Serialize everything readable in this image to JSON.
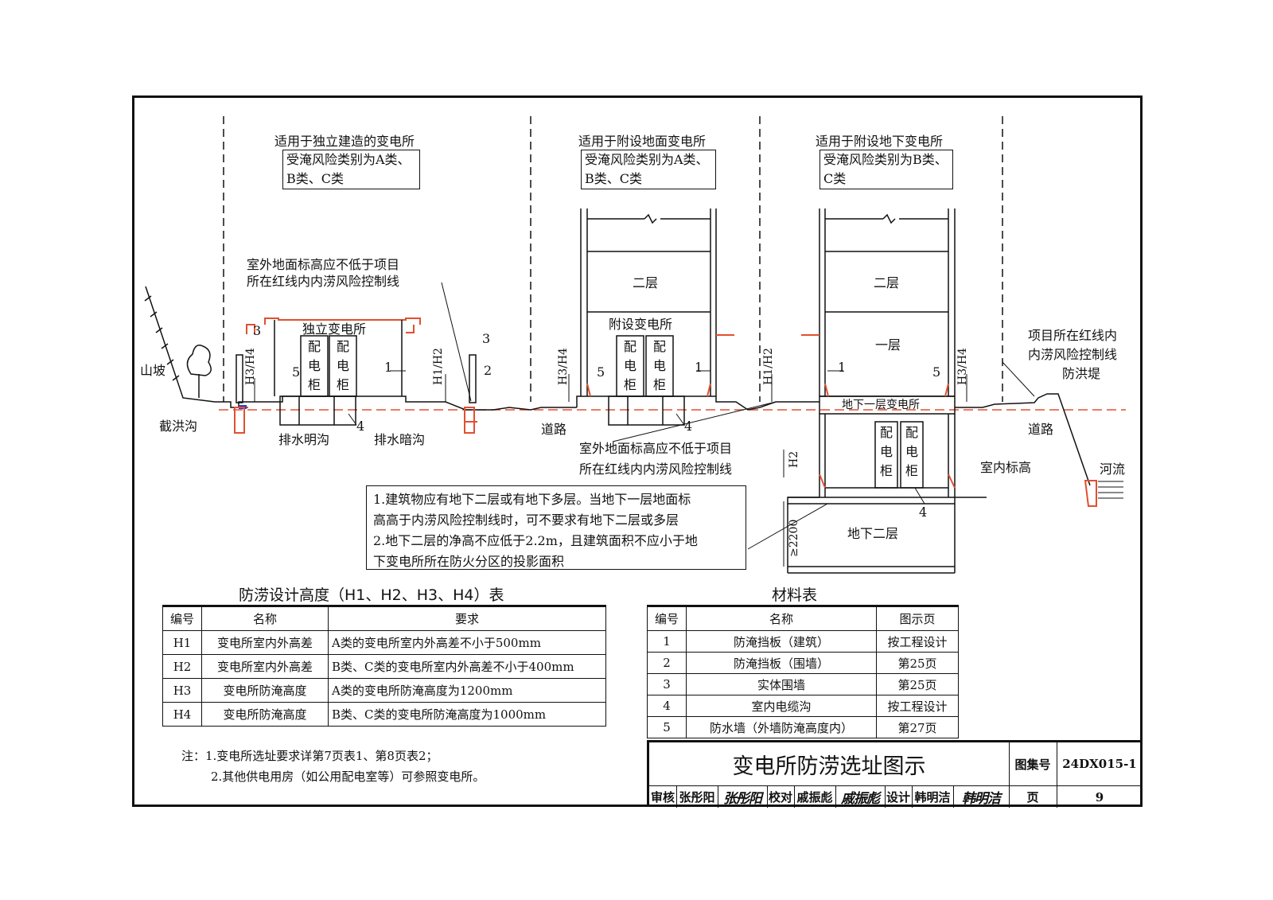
{
  "sections": {
    "independent": {
      "line1": "适用于独立建造的变电所",
      "line2": "受淹风险类别为A类、",
      "line3": "B类、C类",
      "building": "独立变电所"
    },
    "ground": {
      "line1": "适用于附设地面变电所",
      "line2": "受淹风险类别为A类、",
      "line3": "B类、C类",
      "floor2": "二层",
      "building": "附设变电所"
    },
    "underground": {
      "line1": "适用于附设地下变电所",
      "line2": "受淹风险类别为B类、",
      "line3": "C类",
      "floor2": "二层",
      "floor1": "一层",
      "b1": "地下一层变电所",
      "b2": "地下二层"
    }
  },
  "cabinet": [
    "配",
    "电",
    "柜"
  ],
  "labels": {
    "hillside": "山坡",
    "flood_ditch": "截洪沟",
    "open_drain": "排水明沟",
    "hidden_drain": "排水暗沟",
    "road": "道路",
    "indoor_elev": "室内标高",
    "river": "河流",
    "redline_top_1": "室外地面标高应不低于项目",
    "redline_top_2": "所在红线内内涝风险控制线",
    "redline_mid_1": "室外地面标高应不低于项目",
    "redline_mid_2": "所在红线内内涝风险控制线",
    "levee_1": "项目所在红线内",
    "levee_2": "内涝风险控制线",
    "levee_3": "防洪堤",
    "h34": "H3/H4",
    "h12": "H1/H2",
    "h2": "H2",
    "dim2200": "≥2200",
    "n1": "1",
    "n2": "2",
    "n3": "3",
    "n4": "4",
    "n5": "5"
  },
  "notes_box": [
    "1.建筑物应有地下二层或有地下多层。当地下一层地面标",
    "高高于内涝风险控制线时，可不要求有地下二层或多层",
    "2.地下二层的净高不应低于2.2m，且建筑面积不应小于地",
    "下变电所所在防火分区的投影面积"
  ],
  "height_table": {
    "title": "防涝设计高度（H1、H2、H3、H4）表",
    "headers": [
      "编号",
      "名称",
      "要求"
    ],
    "rows": [
      [
        "H1",
        "变电所室内外高差",
        "A类的变电所室内外高差不小于500mm"
      ],
      [
        "H2",
        "变电所室内外高差",
        "B类、C类的变电所室内外高差不小于400mm"
      ],
      [
        "H3",
        "变电所防淹高度",
        "A类的变电所防淹高度为1200mm"
      ],
      [
        "H4",
        "变电所防淹高度",
        "B类、C类的变电所防淹高度为1000mm"
      ]
    ]
  },
  "material_table": {
    "title": "材料表",
    "headers": [
      "编号",
      "名称",
      "图示页"
    ],
    "rows": [
      [
        "1",
        "防淹挡板（建筑）",
        "按工程设计"
      ],
      [
        "2",
        "防淹挡板（围墙）",
        "第25页"
      ],
      [
        "3",
        "实体围墙",
        "第25页"
      ],
      [
        "4",
        "室内电缆沟",
        "按工程设计"
      ],
      [
        "5",
        "防水墙（外墙防淹高度内）",
        "第27页"
      ]
    ]
  },
  "footnotes": [
    "注：1.变电所选址要求详第7页表1、第8页表2；",
    "2.其他供电用房（如公用配电室等）可参照变电所。"
  ],
  "title_block": {
    "title": "变电所防涝选址图示",
    "atlas_label": "图集号",
    "atlas_no": "24DX015-1",
    "review": "审核",
    "reviewer": "张彤阳",
    "reviewer_sig": "张彤阳",
    "check": "校对",
    "checker": "戚振彪",
    "checker_sig": "戚振彪",
    "design": "设计",
    "designer": "韩明洁",
    "designer_sig": "韩明洁",
    "page_label": "页",
    "page_no": "9"
  },
  "colors": {
    "line": "#111111",
    "accent": "#e05030",
    "drain_blue": "#2040d0"
  }
}
